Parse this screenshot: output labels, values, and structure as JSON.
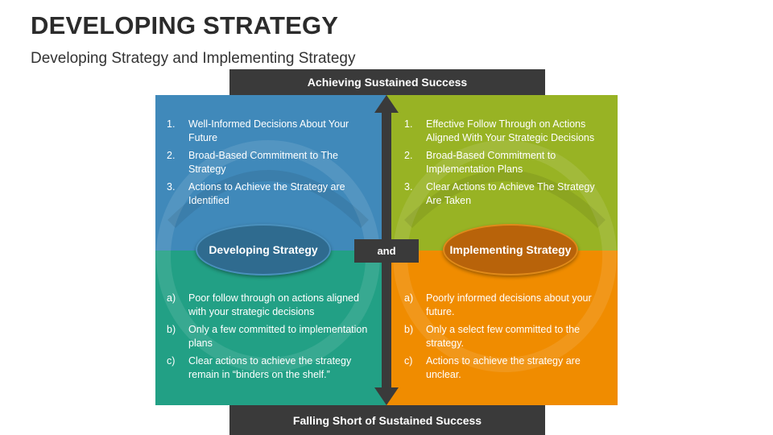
{
  "header": {
    "title": "DEVELOPING STRATEGY",
    "subtitle": "Developing Strategy and Implementing Strategy"
  },
  "diagram": {
    "top_label": "Achieving Sustained Success",
    "bottom_label": "Falling Short of Sustained Success",
    "center_label": "and",
    "left_oval": "Developing Strategy",
    "right_oval": "Implementing Strategy",
    "top_left": [
      {
        "marker": "1.",
        "text": "Well-Informed Decisions About Your Future"
      },
      {
        "marker": "2.",
        "text": "Broad-Based Commitment to The Strategy"
      },
      {
        "marker": "3.",
        "text": "Actions to Achieve the Strategy are Identified"
      }
    ],
    "top_right": [
      {
        "marker": "1.",
        "text": "Effective Follow Through on Actions Aligned With Your Strategic Decisions"
      },
      {
        "marker": "2.",
        "text": "Broad-Based Commitment to Implementation Plans"
      },
      {
        "marker": "3.",
        "text": "Clear Actions to Achieve The Strategy Are Taken"
      }
    ],
    "bottom_left": [
      {
        "marker": "a)",
        "text": "Poor follow through on actions aligned with your strategic decisions"
      },
      {
        "marker": "b)",
        "text": "Only a few committed to implementation plans"
      },
      {
        "marker": "c)",
        "text": "Clear actions to achieve the strategy remain in “binders on the shelf.”"
      }
    ],
    "bottom_right": [
      {
        "marker": "a)",
        "text": "Poorly informed decisions about your future."
      },
      {
        "marker": "b)",
        "text": "Only a select few committed to the strategy."
      },
      {
        "marker": "c)",
        "text": "Actions to achieve the strategy are unclear."
      }
    ],
    "colors": {
      "top_left": "#4089ba",
      "top_right": "#98b324",
      "bottom_left": "#22a085",
      "bottom_right": "#f08c00",
      "bars": "#3a3a3a"
    }
  }
}
